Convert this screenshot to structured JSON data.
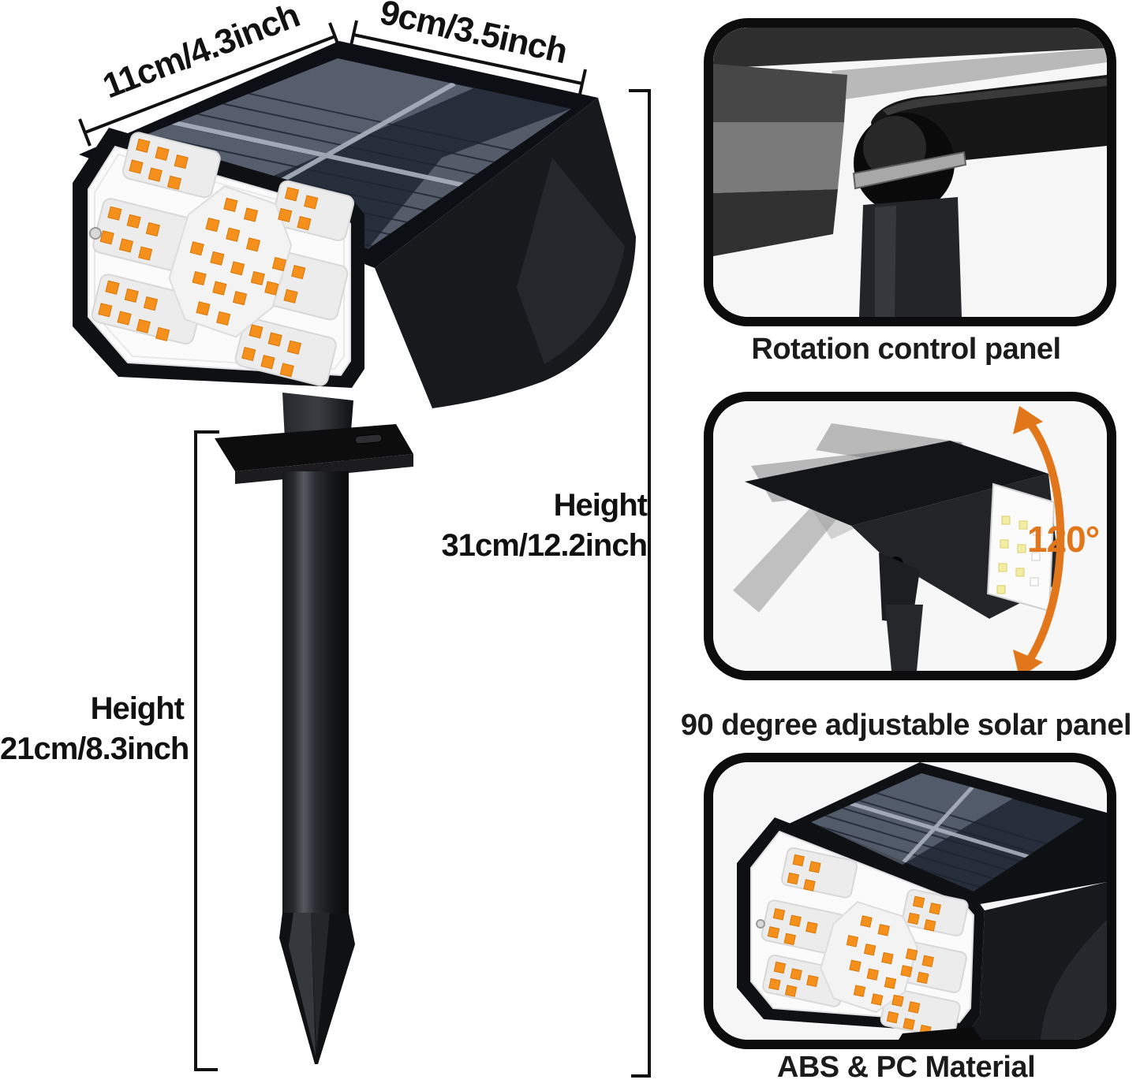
{
  "dimensions": {
    "width_left": "11cm/4.3inch",
    "width_right": "9cm/3.5inch",
    "stake_height_label": "Height",
    "stake_height_value": "21cm/8.3inch",
    "total_height_label": "Height",
    "total_height_value": "31cm/12.2inch"
  },
  "features": [
    {
      "caption": "Rotation control panel"
    },
    {
      "caption": "90 degree adjustable solar panel",
      "angle_label": "120°"
    },
    {
      "caption": "ABS & PC Material"
    }
  ],
  "colors": {
    "accent_orange": "#e2761b",
    "led_orange": "#f5901d",
    "text": "#111111"
  }
}
